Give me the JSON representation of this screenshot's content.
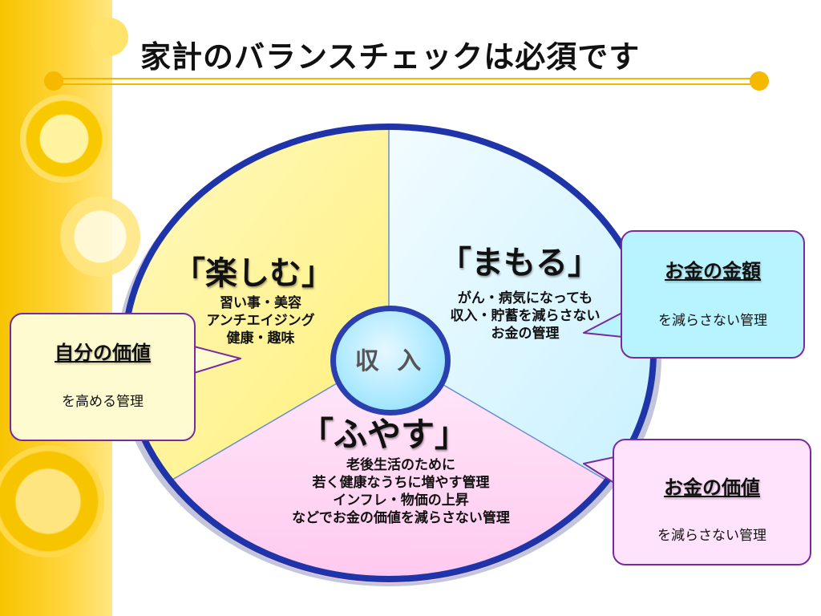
{
  "title": "家計のバランスチェックは必須です",
  "hub_label": "収 入",
  "segments": {
    "enjoy": {
      "title": "「楽しむ」",
      "lines": [
        "習い事・美容",
        "アンチエイジング",
        "健康・趣味"
      ]
    },
    "protect": {
      "title": "「まもる」",
      "lines": [
        "がん・病気になっても",
        "収入・貯蓄を減らさない",
        "お金の管理"
      ]
    },
    "grow": {
      "title": "「ふやす」",
      "lines": [
        "老後生活のために",
        "若く健康なうちに増やす管理",
        "インフレ・物価の上昇",
        "などでお金の価値を減らさない管理"
      ]
    }
  },
  "callouts": {
    "self_value": {
      "title": "自分の価値",
      "sub": "を高める管理",
      "fill": "#fffbd0"
    },
    "money_amount": {
      "title": "お金の金額",
      "sub": "を減らさない管理",
      "fill": "#b8f4ff"
    },
    "money_value": {
      "title": "お金の価値",
      "sub": "を減らさない管理",
      "fill": "#ffe2fb"
    }
  },
  "colors": {
    "accent_yellow": "#f7b800",
    "wheel_border": "#1f34a8",
    "enjoy_fill": "#fff5a8",
    "protect_fill": "#dff8ff",
    "grow_fill": "#ffdff6",
    "callout_border": "#7a2aa0"
  }
}
